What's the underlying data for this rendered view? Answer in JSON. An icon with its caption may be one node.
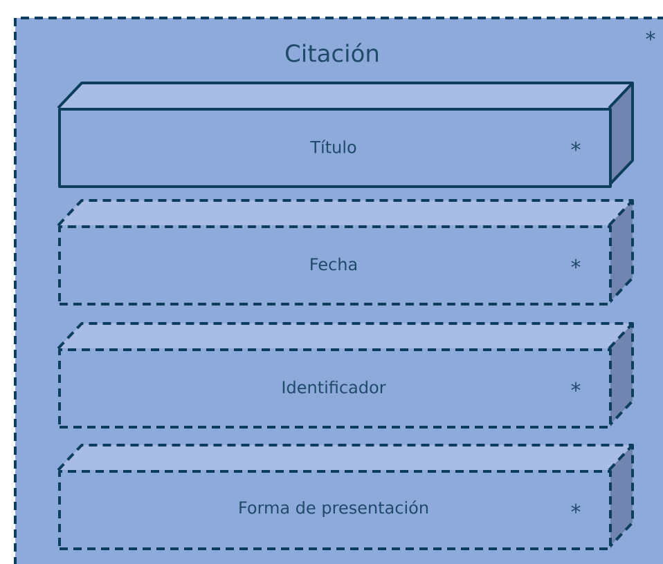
{
  "diagram": {
    "nodes": [
      {
        "text": [
          "Citación",
          "*"
        ]
      },
      {
        "text": [
          "Título",
          "*"
        ],
        "in": 0
      },
      {
        "text": [
          "Fecha",
          "*"
        ],
        "in": 0
      },
      {
        "text": [
          "Identificador",
          "*"
        ],
        "in": 0
      },
      {
        "text": [
          "Forma de presentación",
          "*"
        ],
        "in": 0
      }
    ]
  }
}
